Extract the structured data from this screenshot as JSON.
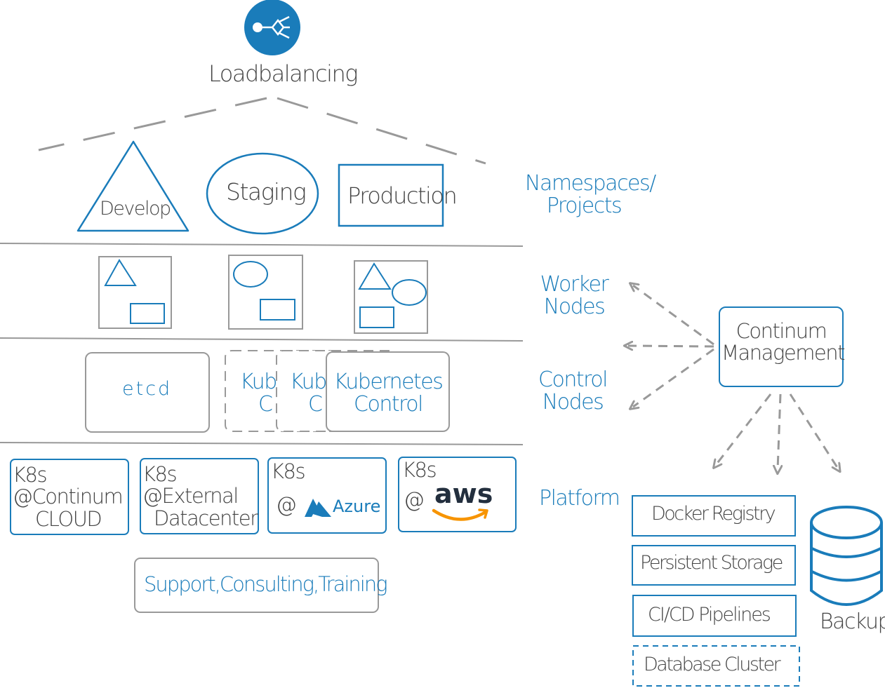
{
  "colors": {
    "blue": "#1a7cba",
    "gray": "#999999",
    "dark": "#444444",
    "aws_orange": "#f79400",
    "aws_text": "#232f3e"
  },
  "top": {
    "icon": "loadbalancer-icon",
    "label": "Loadbalancing"
  },
  "namespaces": {
    "items": [
      "Develop",
      "Staging",
      "Production"
    ],
    "side_label": [
      "Namespaces/",
      "Projects"
    ]
  },
  "workers": {
    "side_label": [
      "Worker",
      "Nodes"
    ]
  },
  "control": {
    "etcd": "etcd",
    "ghost_1": [
      "Kub",
      "C"
    ],
    "ghost_2": [
      "Kub",
      "C"
    ],
    "kubernetes": [
      "Kubernetes",
      "Control"
    ],
    "side_label": [
      "Control",
      "Nodes"
    ]
  },
  "platform": {
    "side_label": "Platform",
    "cards": [
      {
        "k8s": "K8s",
        "lines": [
          "@Continum",
          "CLOUD"
        ]
      },
      {
        "k8s": "K8s",
        "lines": [
          "@External",
          "Datacenter"
        ]
      },
      {
        "k8s": "K8s",
        "at": "@",
        "brand": "Azure"
      },
      {
        "k8s": "K8s",
        "at": "@",
        "brand": "aws"
      }
    ]
  },
  "support": "Support,Consulting,Training",
  "management": {
    "lines": [
      "Continum",
      "Management"
    ]
  },
  "services": [
    "Docker Registry",
    "Persistent Storage",
    "CI/CD Pipelines",
    "Database Cluster"
  ],
  "backup": "Backup"
}
